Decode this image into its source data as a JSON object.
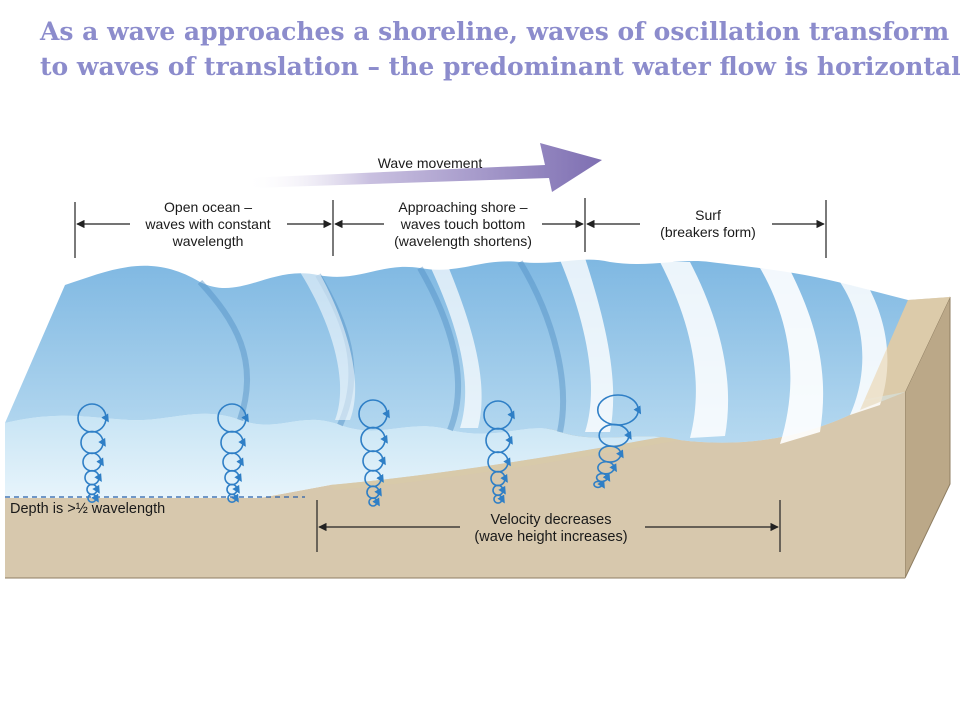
{
  "title": {
    "line1": "As a wave approaches a shoreline, waves of oscillation transform",
    "line2": "to waves of translation – the predominant water flow is horizontal"
  },
  "diagram": {
    "arrow_label": "Wave movement",
    "zones": [
      {
        "line1": "Open ocean –",
        "line2": "waves with constant",
        "line3": "wavelength"
      },
      {
        "line1": "Approaching shore –",
        "line2": "waves touch bottom",
        "line3": "(wavelength shortens)"
      },
      {
        "line1": "Surf",
        "line2": "(breakers form)",
        "line3": ""
      }
    ],
    "depth_label": "Depth is >½ wavelength",
    "velocity_label": {
      "line1": "Velocity decreases",
      "line2": "(wave height increases)"
    }
  },
  "colors": {
    "title": "#8c8ccc",
    "water_light": "#cfe8f5",
    "water_mid": "#8fc3e6",
    "water_dark": "#5f9fd0",
    "sand_top": "#d6c7ac",
    "sand_side": "#c4b192",
    "arrow": "#8a7cb8",
    "orbit": "#2f7fc6",
    "depth_line": "#2a5fa8"
  }
}
